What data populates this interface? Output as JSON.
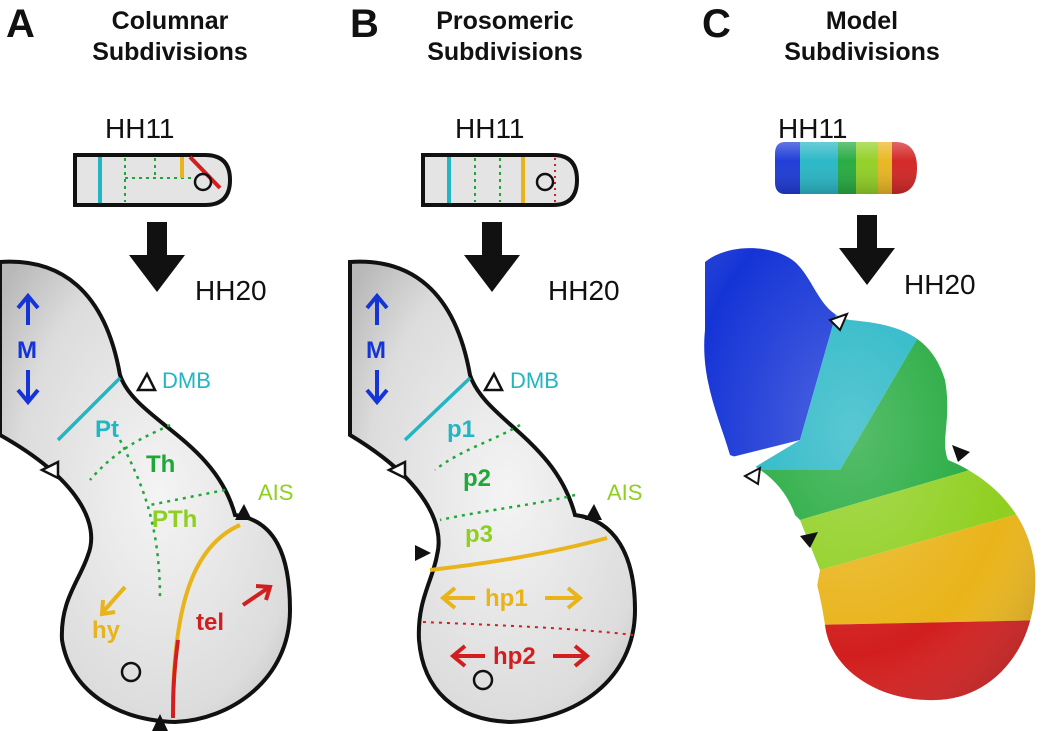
{
  "colors": {
    "blue": "#1534d6",
    "cyan": "#22b5c4",
    "green": "#1fa83a",
    "lime": "#8fcf1f",
    "orange": "#e9b41a",
    "red": "#d21e1e",
    "outline": "#111111",
    "fill": "#e6e6e6"
  },
  "panels": [
    {
      "letter": "A",
      "title": "Columnar\nSubdivisions",
      "stage_top": "HH11",
      "stage_bottom": "HH20",
      "arrow_label": "M",
      "boundaries": [
        "DMB",
        "AIS"
      ],
      "regions": [
        "Pt",
        "Th",
        "PTh",
        "hy",
        "tel"
      ]
    },
    {
      "letter": "B",
      "title": "Prosomeric\nSubdivisions",
      "stage_top": "HH11",
      "stage_bottom": "HH20",
      "arrow_label": "M",
      "boundaries": [
        "DMB",
        "AIS"
      ],
      "regions": [
        "p1",
        "p2",
        "p3",
        "hp1",
        "hp2"
      ]
    },
    {
      "letter": "C",
      "title": "Model\nSubdivisions",
      "stage_top": "HH11",
      "stage_bottom": "HH20",
      "segments": [
        "blue",
        "cyan",
        "green",
        "lime",
        "orange",
        "red"
      ]
    }
  ]
}
